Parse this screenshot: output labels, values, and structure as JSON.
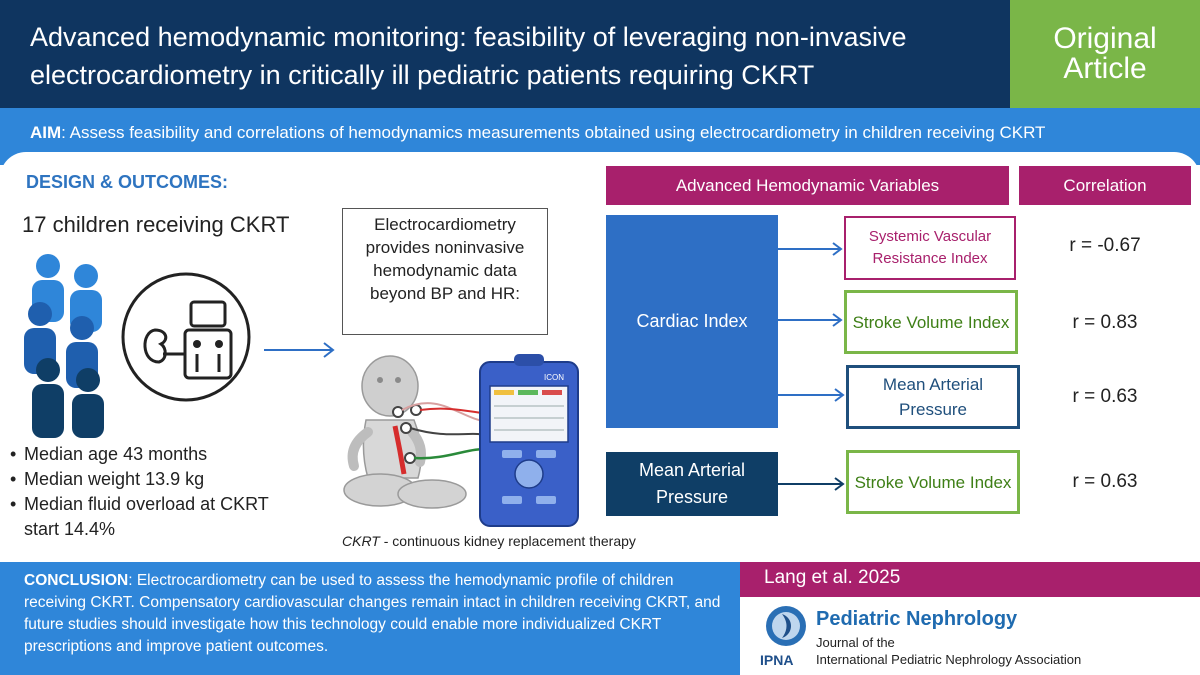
{
  "header": {
    "title": "Advanced hemodynamic monitoring: feasibility of leveraging non-invasive electrocardiometry in critically ill pediatric patients requiring CKRT",
    "badge_line1": "Original",
    "badge_line2": "Article"
  },
  "aim": {
    "label": "AIM",
    "text": ": Assess feasibility and correlations of hemodynamics measurements obtained using electrocardiometry in children receiving CKRT"
  },
  "design": {
    "heading": "DESIGN & OUTCOMES:",
    "cohort": "17 children receiving CKRT",
    "bullets": [
      "Median age 43 months",
      "Median weight 13.9 kg",
      "Median fluid overload at CKRT start 14.4%"
    ]
  },
  "ecg": {
    "box_text": "Electrocardiometry provides noninvasive hemodynamic data beyond BP and HR:",
    "device_brand": "ICON",
    "ckrt_abbr": "CKRT",
    "ckrt_def": " - continuous kidney replacement therapy"
  },
  "variables": {
    "heading": "Advanced Hemodynamic Variables",
    "correlation_heading": "Correlation",
    "source1": "Cardiac Index",
    "source2": "Mean Arterial Pressure",
    "outcomes": [
      {
        "label": "Systemic Vascular Resistance Index",
        "r": "r = -0.67"
      },
      {
        "label": "Stroke Volume Index",
        "r": "r = 0.83"
      },
      {
        "label": "Mean Arterial Pressure",
        "r": "r = 0.63"
      },
      {
        "label": "Stroke Volume Index",
        "r": "r = 0.63"
      }
    ]
  },
  "conclusion": {
    "label": "CONCLUSION",
    "text": ": Electrocardiometry can be used to assess the hemodynamic profile of children receiving CKRT. Compensatory cardiovascular changes remain intact in children receiving CKRT, and future studies should investigate how this technology could enable more individualized CKRT prescriptions and improve patient outcomes."
  },
  "citation": {
    "authors": "Lang et al. 2025",
    "journal": "Pediatric Nephrology",
    "journal_sub1": "Journal of the",
    "journal_sub2": "International Pediatric Nephrology Association",
    "logo_text": "IPNA"
  },
  "colors": {
    "navy": "#0f3560",
    "blue": "#2f86d9",
    "green": "#7ab648",
    "magenta": "#a8206c",
    "cardiac_index": "#2e6fc5",
    "map_box": "#0f3e66"
  }
}
